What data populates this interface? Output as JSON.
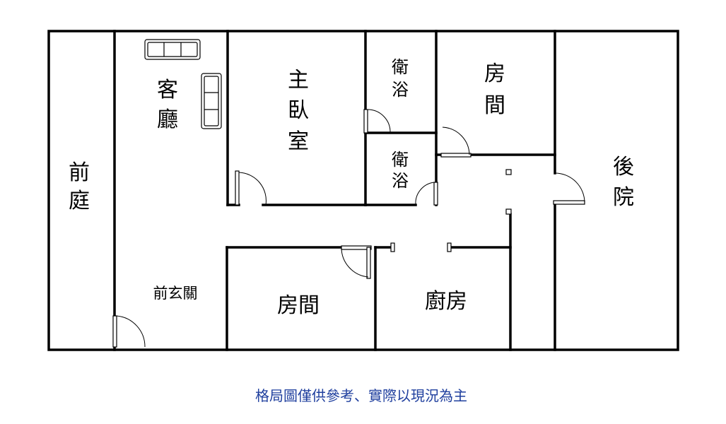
{
  "rooms": {
    "front_yard": [
      "前",
      "庭"
    ],
    "living_room": [
      "客",
      "廳"
    ],
    "master_bedroom": [
      "主",
      "臥",
      "室"
    ],
    "bathroom_1": [
      "衛",
      "浴"
    ],
    "bathroom_2": [
      "衛",
      "浴"
    ],
    "bedroom_top": [
      "房",
      "間"
    ],
    "back_yard": [
      "後",
      "院"
    ],
    "entrance": "前玄關",
    "bedroom_bottom": "房間",
    "kitchen": "廚房"
  },
  "caption": "格局圖僅供參考、實際以現況為主",
  "colors": {
    "walls": "#000000",
    "caption": "#1f3f9e",
    "background": "#ffffff"
  }
}
